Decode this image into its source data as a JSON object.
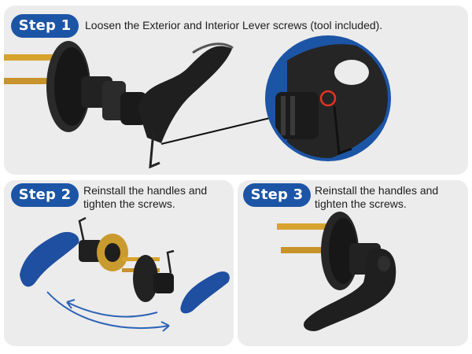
{
  "steps": [
    {
      "badge": "Step 1",
      "text": "Loosen the Exterior and Interior Lever screws (tool included)."
    },
    {
      "badge": "Step 2",
      "text": "Reinstall the handles and tighten the screws."
    },
    {
      "badge": "Step 3",
      "text": "Reinstall the handles and tighten the screws."
    }
  ],
  "colors": {
    "badge": "#1c55a6",
    "card": "#ececec",
    "handle": "#1f4fa0",
    "finish": "#1e1e1e",
    "brass": "#c99a2e"
  }
}
